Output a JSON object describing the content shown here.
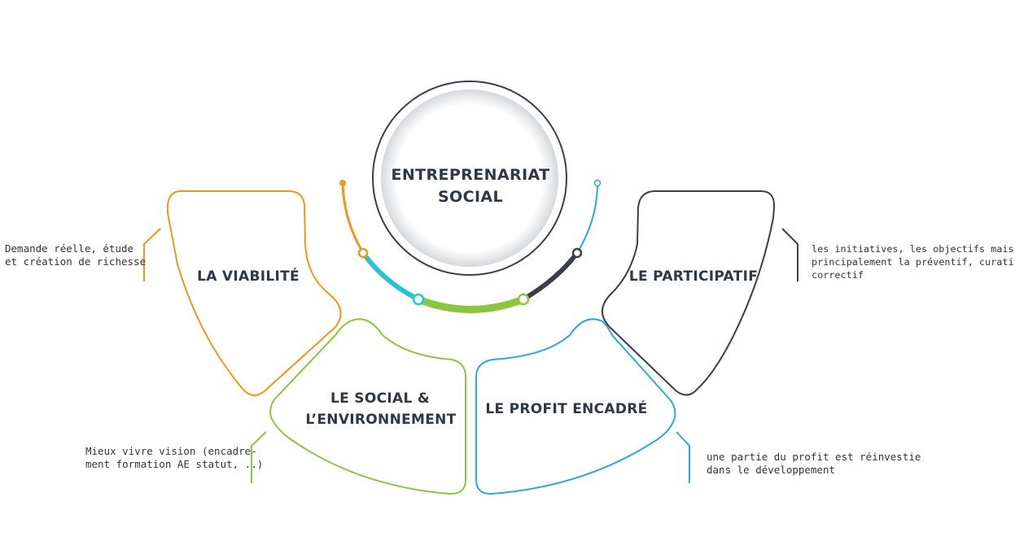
{
  "center": {
    "line1": "ENTREPRENARIAT",
    "line2": "SOCIAL"
  },
  "petals": {
    "viabilite": {
      "title": "LA VIABILITÉ",
      "color": "#f0961e"
    },
    "social": {
      "title1": "LE SOCIAL &",
      "title2": "L’ENVIRONNEMENT",
      "color": "#8cc63f"
    },
    "profit": {
      "title": "LE PROFIT ENCADRÉ",
      "color": "#2ea9d6"
    },
    "participatif": {
      "title": "LE PARTICIPATIF",
      "color": "#3b3f47"
    }
  },
  "notes": {
    "viabilite": {
      "line1": "Demande réelle,  étude",
      "line2": "et  création de richesse"
    },
    "social": {
      "line1": "Mieux vivre vision (encadre-",
      "line2": "ment formation AE statut, ..)"
    },
    "profit": {
      "line1": "une partie du profit est réinvestie",
      "line2": "dans le développement"
    },
    "participatif": {
      "line1": "les initiatives, les objectifs mais plus",
      "line2": "principalement la préventif, curatif et",
      "line3": "correctif"
    }
  },
  "arc_colors": {
    "orange": "#f0961e",
    "cyan": "#28c3d8",
    "green": "#8cc63f",
    "dark": "#3b3f47",
    "blue": "#2ea9d6"
  }
}
